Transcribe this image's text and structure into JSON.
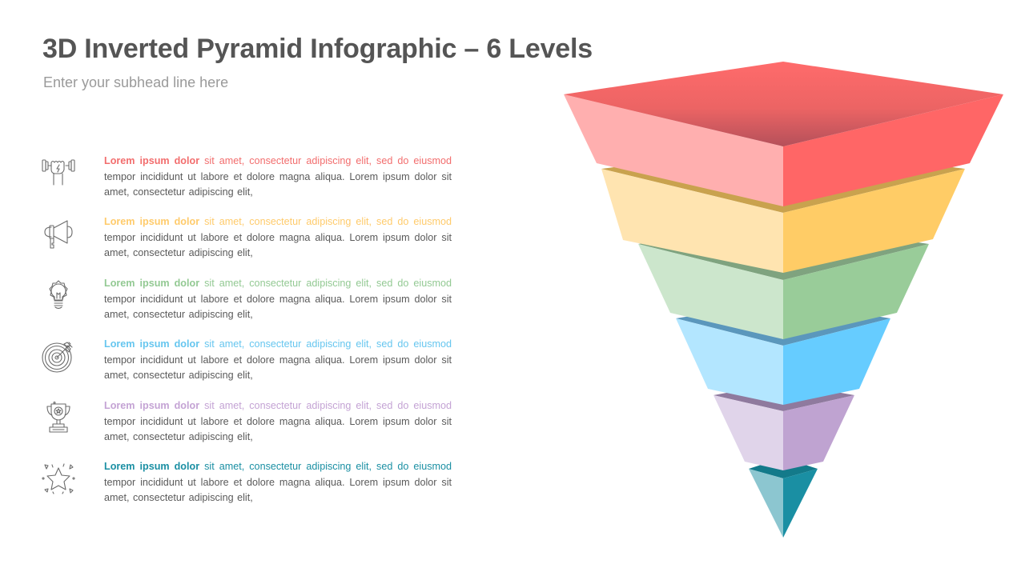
{
  "header": {
    "title": "3D Inverted Pyramid Infographic – 6 Levels",
    "subtitle": "Enter your subhead line here"
  },
  "levels": [
    {
      "icon": "dumbbell-fist-icon",
      "accent": "#F26D6D",
      "lead": "Lorem ipsum  dolor",
      "lead_rest": " sit amet,  consectetur  adipiscing  elit,  sed do eiusmod",
      "body": " tempor  incididunt  ut labore  et dolore  magna  aliqua.  Lorem  ipsum dolor  sit amet,  consectetur  adipiscing  elit,",
      "colors": {
        "left": "#FFAFAF",
        "right": "#FF6666",
        "top": "#F06A6A",
        "shadow": "#C9A24E"
      }
    },
    {
      "icon": "megaphone-icon",
      "accent": "#FFCB6B",
      "lead": "Lorem ipsum  dolor",
      "lead_rest": " sit amet,  consectetur  adipiscing  elit,  sed do eiusmod",
      "body": " tempor  incididunt  ut labore  et dolore  magna  aliqua.  Lorem  ipsum dolor  sit amet,  consectetur  adipiscing  elit,",
      "colors": {
        "left": "#FFE4B0",
        "right": "#FFCC66",
        "shadow": "#7FA37F"
      }
    },
    {
      "icon": "lightbulb-icon",
      "accent": "#93C993",
      "lead": "Lorem ipsum  dolor",
      "lead_rest": " sit amet,  consectetur  adipiscing  elit,  sed do eiusmod",
      "body": " tempor  incididunt  ut labore  et dolore  magna  aliqua.  Lorem  ipsum dolor  sit amet,  consectetur  adipiscing  elit,",
      "colors": {
        "left": "#CCE6CC",
        "right": "#99CC99",
        "shadow": "#5B97BC"
      }
    },
    {
      "icon": "target-arrow-icon",
      "accent": "#66C6EF",
      "lead": "Lorem ipsum  dolor",
      "lead_rest": " sit amet,  consectetur  adipiscing  elit,  sed do eiusmod",
      "body": " tempor  incididunt  ut labore  et dolore  magna  aliqua.  Lorem  ipsum dolor  sit amet,  consectetur  adipiscing  elit,",
      "colors": {
        "left": "#B3E6FF",
        "right": "#66CCFF",
        "shadow": "#8F7A9E"
      }
    },
    {
      "icon": "trophy-icon",
      "accent": "#C4A3D4",
      "lead": "Lorem ipsum  dolor",
      "lead_rest": " sit amet,  consectetur  adipiscing  elit,  sed do eiusmod",
      "body": " tempor  incididunt  ut labore  et dolore  magna  aliqua.  Lorem  ipsum dolor  sit amet,  consectetur  adipiscing  elit,",
      "colors": {
        "left": "#E0D4EA",
        "right": "#BFA3D1",
        "shadow": "#137A8A"
      }
    },
    {
      "icon": "star-burst-icon",
      "accent": "#1A8FA3",
      "lead": "Lorem ipsum  dolor",
      "lead_rest": " sit amet,  consectetur  adipiscing  elit,  sed do eiusmod",
      "body": " tempor  incididunt  ut labore  et dolore  magna  aliqua.  Lorem  ipsum dolor  sit amet,  consectetur  adipiscing  elit,",
      "colors": {
        "left": "#8CC6D0",
        "right": "#1A8FA3"
      }
    }
  ]
}
